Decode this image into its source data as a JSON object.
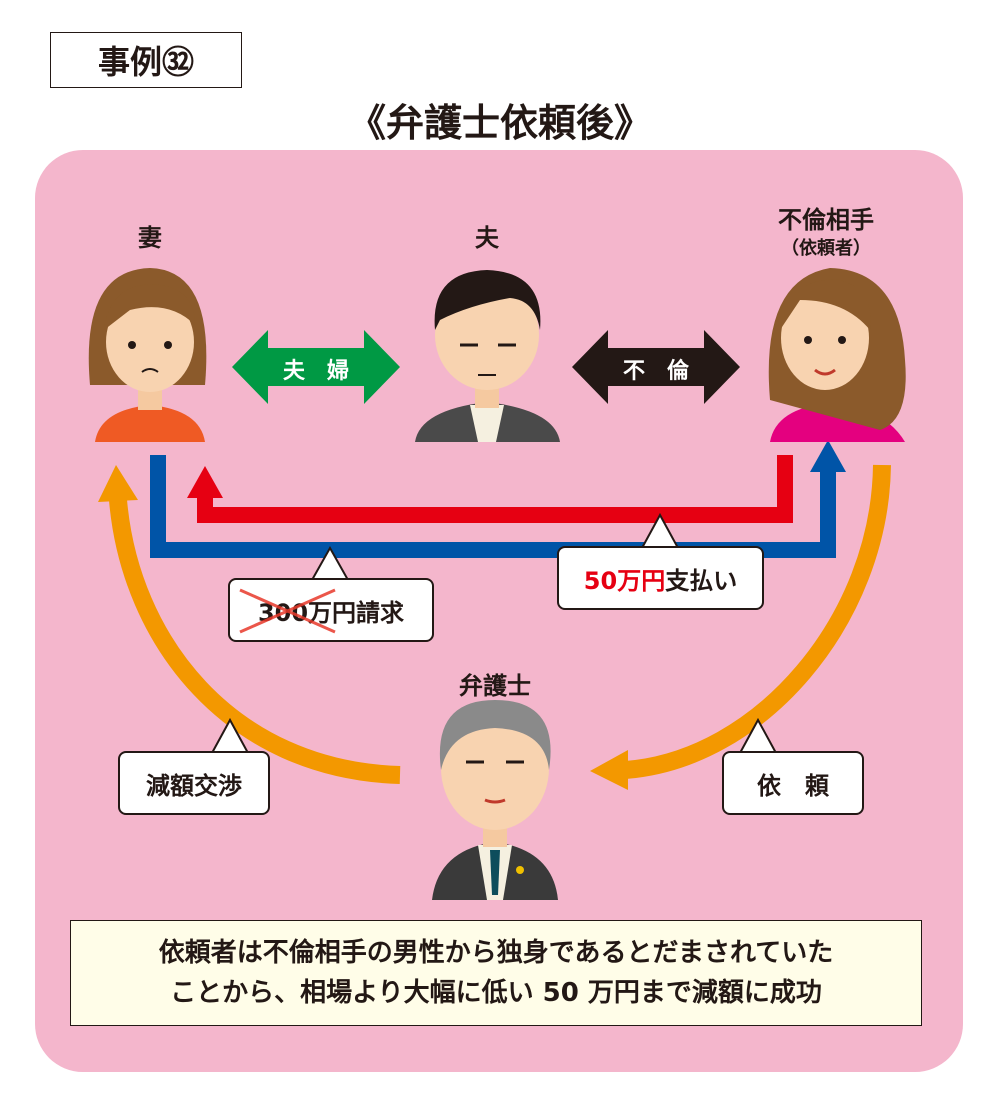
{
  "case_label": "事例㉜",
  "title": "《弁護士依頼後》",
  "people": {
    "wife": "妻",
    "husband": "夫",
    "partner": "不倫相手",
    "partner_sub": "（依頼者）",
    "lawyer": "弁護士"
  },
  "relations": {
    "married": "夫　婦",
    "affair": "不　倫"
  },
  "callouts": {
    "claim_amount": "300万円",
    "claim_suffix": "請求",
    "payment_amount": "50万円",
    "payment_suffix": "支払い",
    "negotiation": "減額交渉",
    "request": "依　頼"
  },
  "note": {
    "line1": "依頼者は不倫相手の男性から独身であるとだまされていた",
    "line2": "ことから、相場より大幅に低い 50 万円まで減額に成功"
  },
  "colors": {
    "panel": "#f4b6cc",
    "green": "#009944",
    "dark": "#231815",
    "red": "#e60012",
    "blue": "#0054a7",
    "orange": "#f39800"
  }
}
